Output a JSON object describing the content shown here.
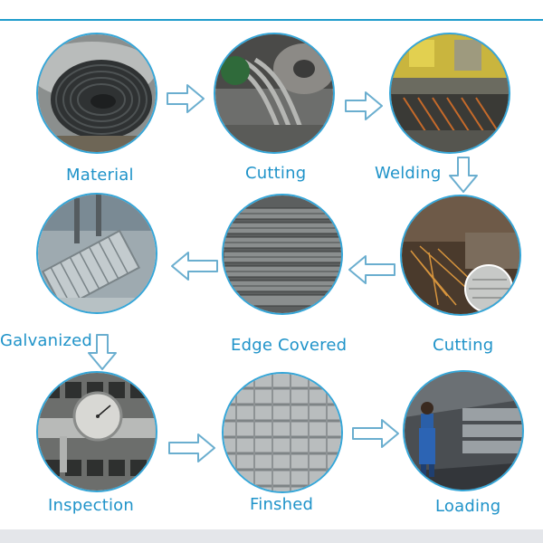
{
  "steps": [
    {
      "label": "Material",
      "image": "steel-wire-coil"
    },
    {
      "label": "Cutting",
      "image": "steel-strip-coil-slitting"
    },
    {
      "label": "Welding",
      "image": "grating-welding-machine"
    },
    {
      "label": "Cutting",
      "image": "grating-saw-cutting-sparks"
    },
    {
      "label": "Edge Covered",
      "image": "grating-panels-with-edge-bands"
    },
    {
      "label": "Galvanized",
      "image": "grating-hot-dip-galvanizing"
    },
    {
      "label": "Inspection",
      "image": "caliper-dial-gauge-on-grating"
    },
    {
      "label": "Finshed",
      "image": "finished-steel-grating"
    },
    {
      "label": "Loading",
      "image": "worker-loading-container"
    }
  ],
  "arrows": [
    "right",
    "right",
    "down",
    "left",
    "left",
    "down",
    "right",
    "right"
  ],
  "colors": {
    "accent": "#1f9ccc",
    "label": "#1f93c9",
    "arrow_fill": "#ffffff",
    "arrow_stroke": "#6aaecf"
  }
}
